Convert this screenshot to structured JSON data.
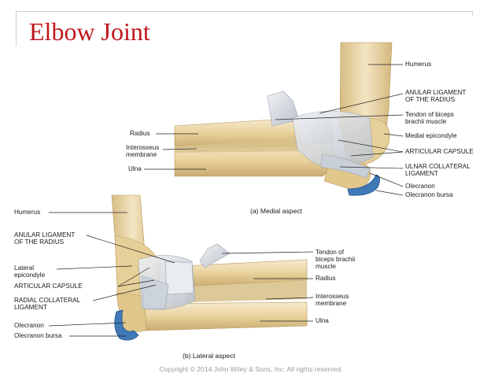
{
  "title": "Elbow Joint",
  "medial": {
    "caption": "(a) Medial aspect",
    "labels": {
      "humerus": "Humerus",
      "anular": "ANULAR LIGAMENT\nOF THE RADIUS",
      "biceps": "Tendon of biceps\nbrachii muscle",
      "medial_epicondyle": "Medial epicondyle",
      "capsule": "ARTICULAR CAPSULE",
      "ulnar_collateral": "ULNAR COLLATERAL\nLIGAMENT",
      "olecranon": "Olecranon",
      "bursa": "Olecranon bursa",
      "radius": "Radius",
      "interosseus": "Interosseus\nmembrane",
      "ulna": "Ulna"
    }
  },
  "lateral": {
    "caption": "(b) Lateral aspect",
    "labels": {
      "humerus": "Humerus",
      "anular": "ANULAR LIGAMENT\nOF THE RADIUS",
      "lateral_epicondyle": "Lateral\nepicondyle",
      "capsule": "ARTICULAR CAPSULE",
      "radial_collateral": "RADIAL COLLATERAL\nLIGAMENT",
      "olecranon": "Olecranon",
      "bursa": "Olecranon bursa",
      "biceps": "Tendon of\nbiceps brachii\nmuscle",
      "radius": "Radius",
      "interosseus": "Interosseus\nmembrane",
      "ulna": "Ulna"
    }
  },
  "copyright": "Copyright © 2014 John Wiley & Sons, Inc. All rights reserved.",
  "colors": {
    "title": "#c0161c",
    "bone": "#ecd9a6",
    "ligament": "#dfe3e8",
    "bursa": "#3f79b8"
  }
}
